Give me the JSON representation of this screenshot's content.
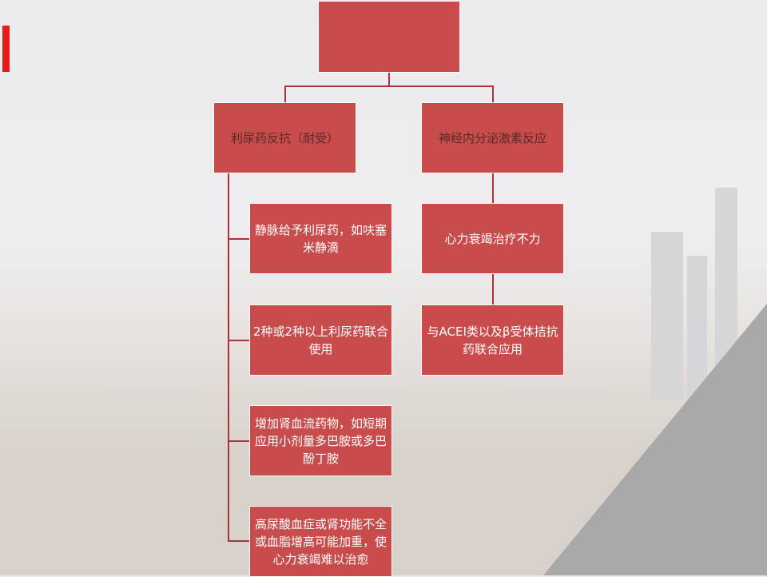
{
  "root": {
    "label": ""
  },
  "branches": [
    {
      "label": "利尿药反抗（耐受）",
      "children": [
        "静脉给予利尿药，如呋塞米静滴",
        "2种或2种以上利尿药联合使用",
        "增加肾血流药物，如短期应用小剂量多巴胺或多巴酚丁胺",
        "高尿酸血症或肾功能不全或血脂增高可能加重，使心力衰竭难以治愈"
      ]
    },
    {
      "label": "神经内分泌激素反应",
      "children": [
        "心力衰竭治疗不力",
        "与ACEI类以及β受体拮抗药联合应用"
      ]
    }
  ],
  "colors": {
    "box": "#c84c4c",
    "accent": "#e31b1b",
    "connector": "#a8343a"
  }
}
